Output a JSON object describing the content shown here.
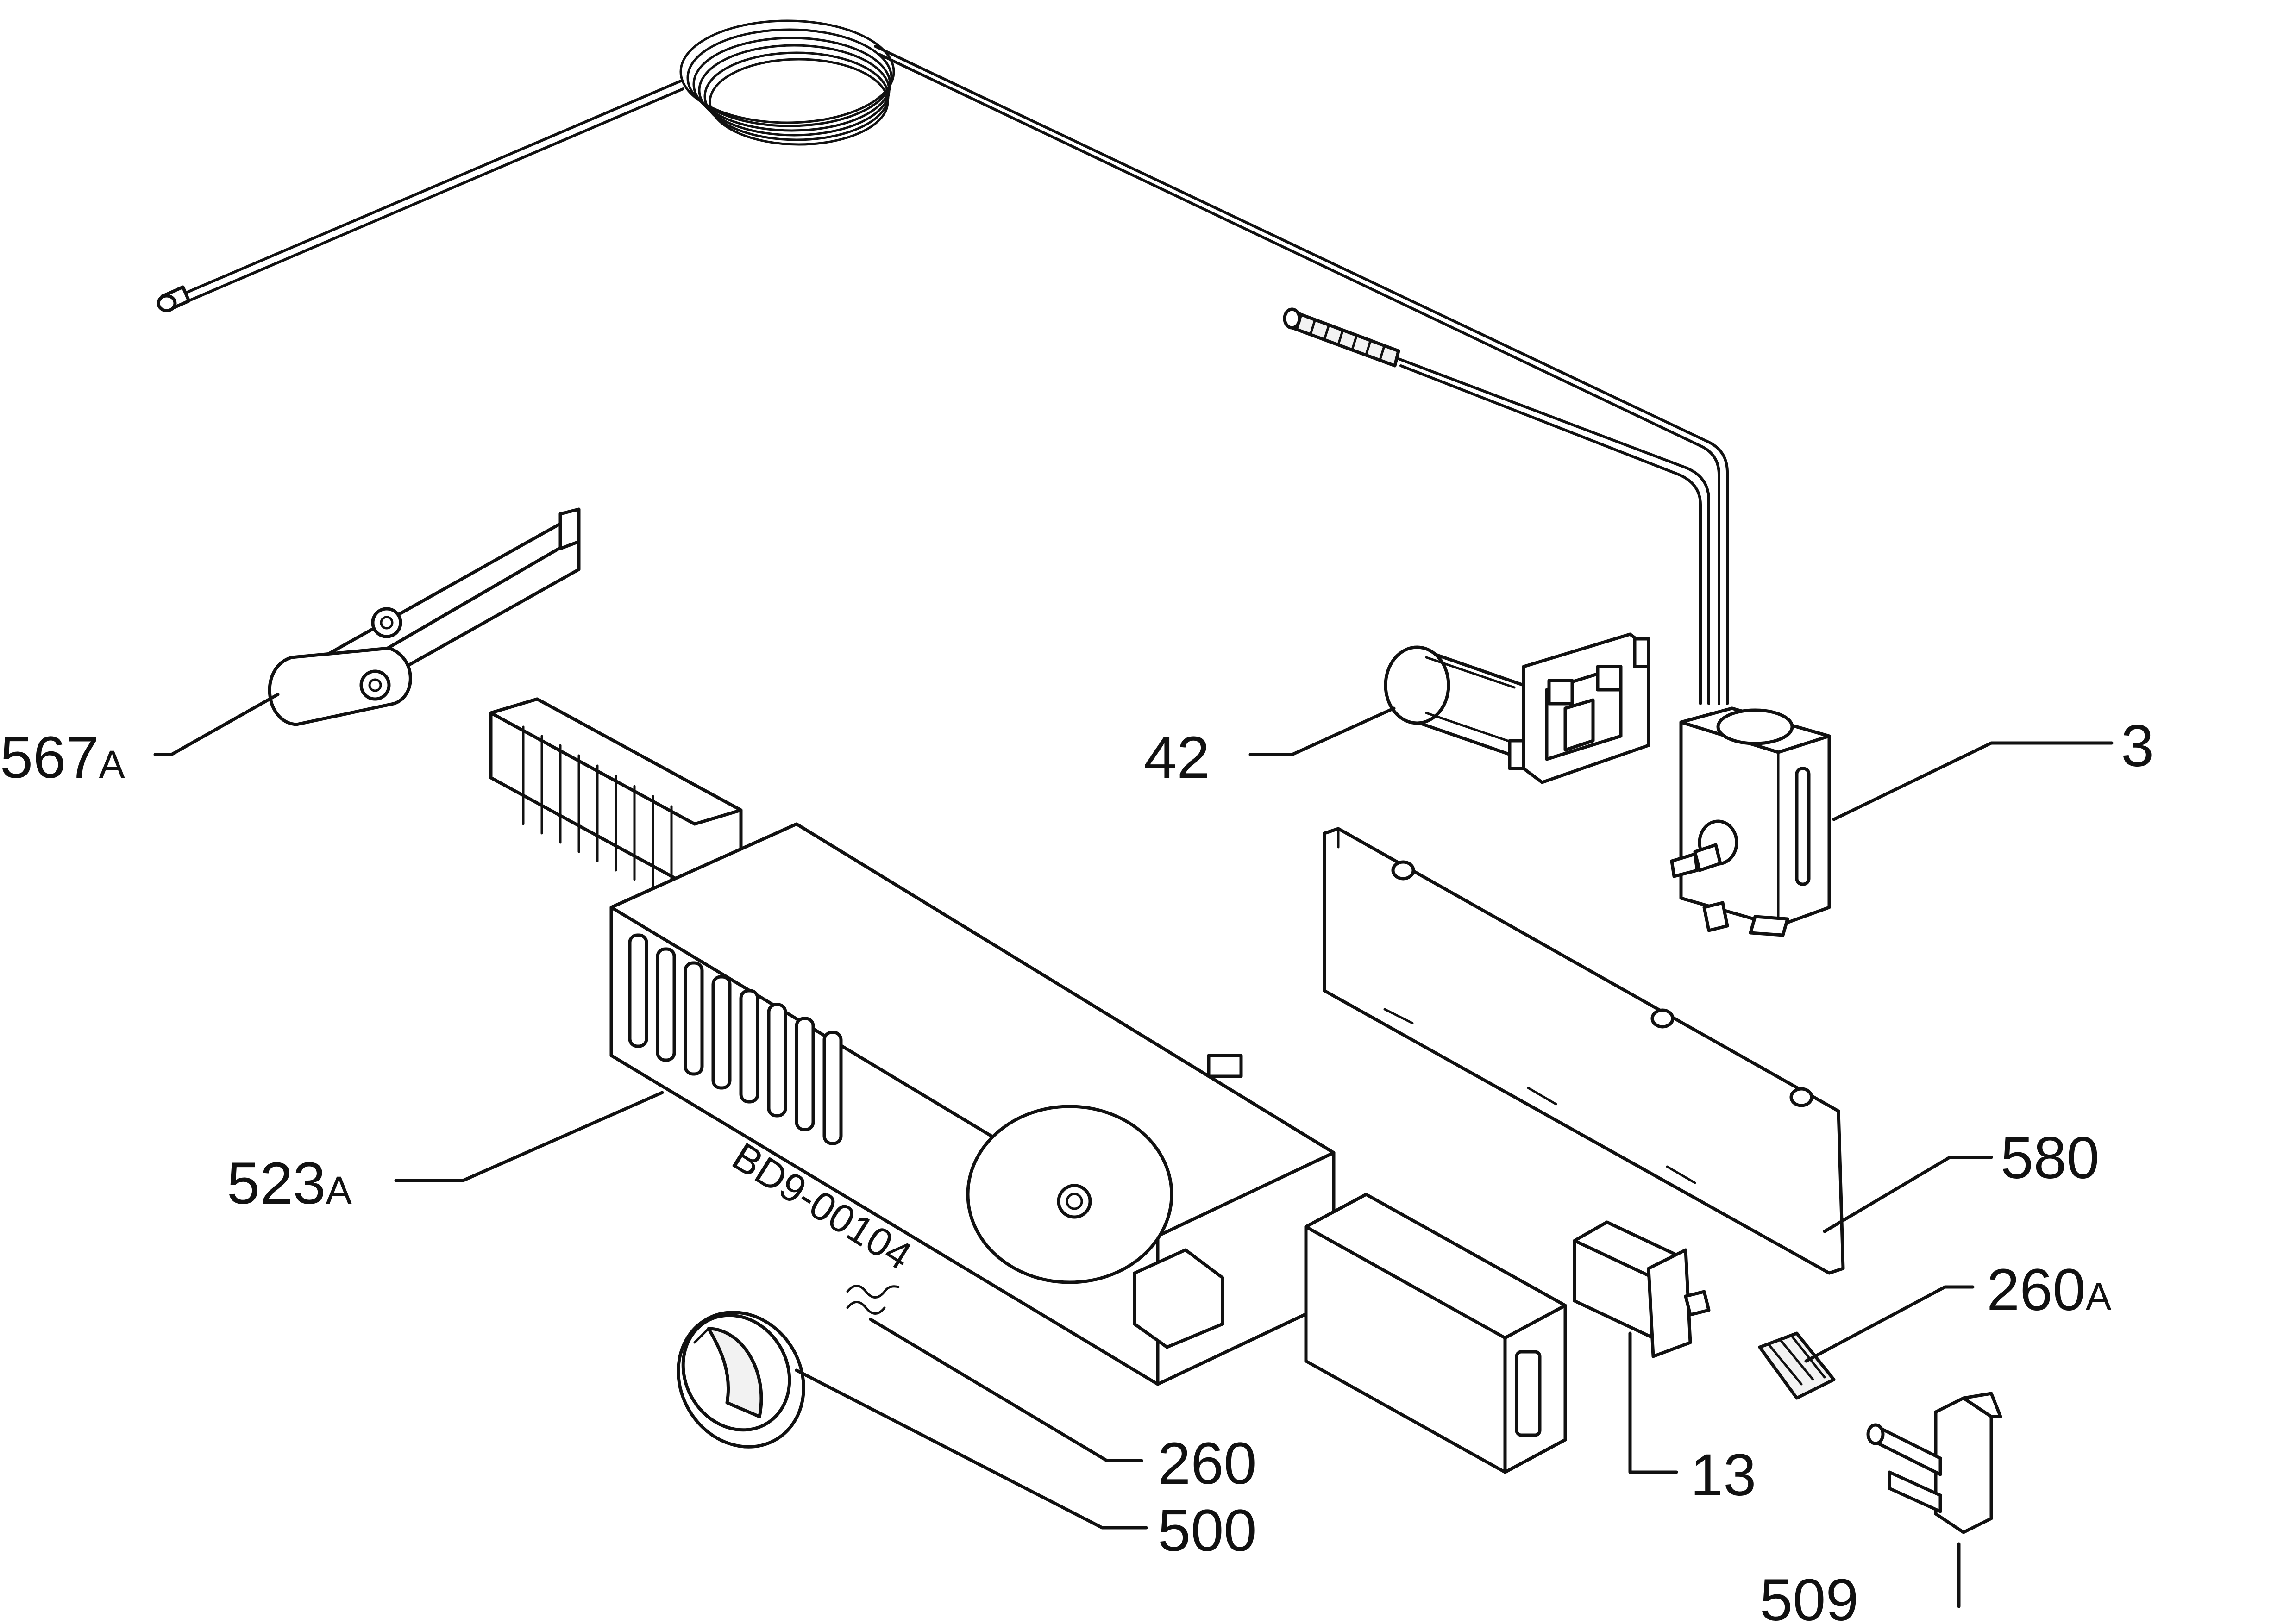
{
  "diagram": {
    "stamp_text": "BD9-00104",
    "colors": {
      "ink": "#111111",
      "paper": "#ffffff"
    },
    "callouts": [
      {
        "id": "567A",
        "number": "567",
        "suffix": "A"
      },
      {
        "id": "42",
        "number": "42",
        "suffix": ""
      },
      {
        "id": "3",
        "number": "3",
        "suffix": ""
      },
      {
        "id": "523A",
        "number": "523",
        "suffix": "A"
      },
      {
        "id": "580",
        "number": "580",
        "suffix": ""
      },
      {
        "id": "260A",
        "number": "260",
        "suffix": "A"
      },
      {
        "id": "260",
        "number": "260",
        "suffix": ""
      },
      {
        "id": "500",
        "number": "500",
        "suffix": ""
      },
      {
        "id": "13",
        "number": "13",
        "suffix": ""
      },
      {
        "id": "509",
        "number": "509",
        "suffix": ""
      }
    ]
  }
}
